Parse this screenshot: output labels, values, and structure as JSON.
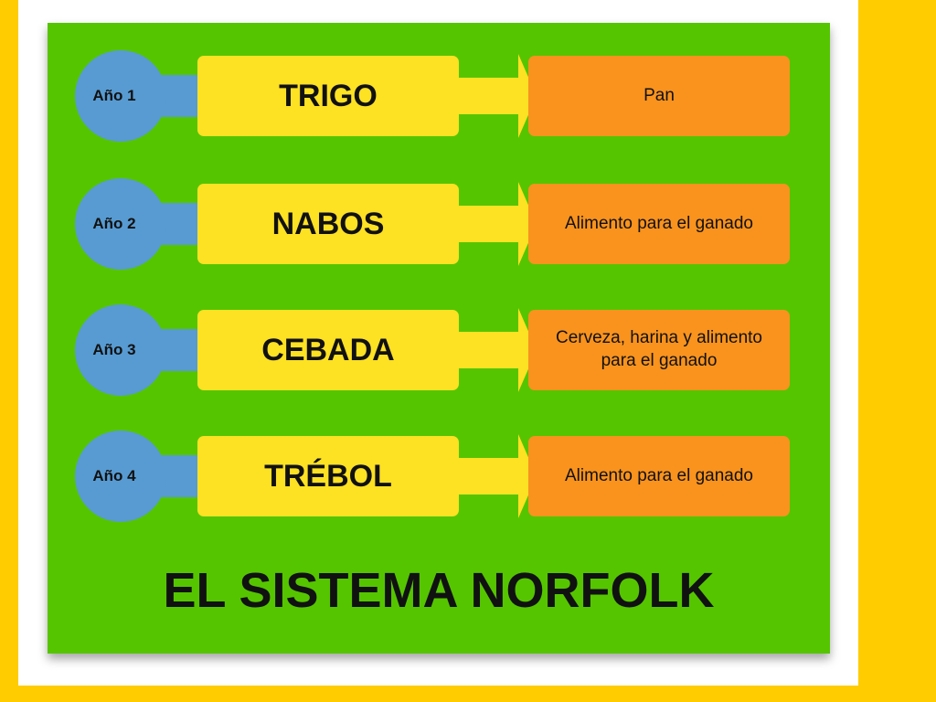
{
  "diagram": {
    "title": "EL SISTEMA NORFOLK",
    "rows": [
      {
        "year": "Año 1",
        "crop": "TRIGO",
        "use": "Pan"
      },
      {
        "year": "Año 2",
        "crop": "NABOS",
        "use": "Alimento para el ganado"
      },
      {
        "year": "Año 3",
        "crop": "CEBADA",
        "use": "Cerveza, harina y alimento para el ganado"
      },
      {
        "year": "Año 4",
        "crop": "TRÉBOL",
        "use": "Alimento para el ganado"
      }
    ]
  },
  "colors": {
    "background_border": "#FFCC00",
    "panel": "#55C500",
    "year_circle": "#579BD2",
    "crop_box": "#FDE123",
    "use_box": "#F9931E"
  }
}
